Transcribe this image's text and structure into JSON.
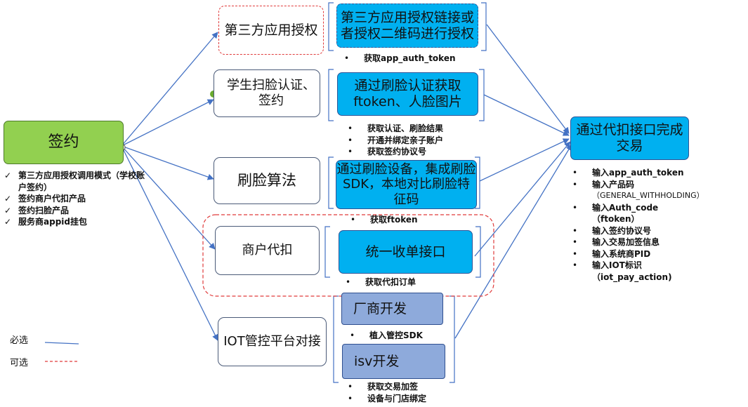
{
  "root": {
    "label": "签约",
    "notes": [
      "第三方应用授权调用模式（学校账户签约）",
      "签约商户代扣产品",
      "签约扫脸产品",
      "服务商appid挂包"
    ]
  },
  "steps": [
    {
      "label": "第三方应用授权",
      "detail": "第三方应用授权链接或者授权二维码进行授权",
      "notes": [
        "获取app_auth_token"
      ]
    },
    {
      "label": "学生扫脸认证、签约",
      "detail": "通过刷脸认证获取ftoken、人脸图片",
      "notes": [
        "获取认证、刷脸结果",
        "开通并绑定亲子账户",
        "获取签约协议号"
      ]
    },
    {
      "label": "刷脸算法",
      "detail": "通过刷脸设备，集成刷脸SDK，本地对比刷脸特征码",
      "notes": [
        "获取ftoken"
      ]
    },
    {
      "label": "商户代扣",
      "detail": "统一收单接口",
      "notes": [
        "获取代扣订单"
      ]
    },
    {
      "label": "IOT管控平台对接",
      "sub": [
        {
          "label": "厂商开发",
          "notes": [
            "植入管控SDK"
          ]
        },
        {
          "label": "isv开发",
          "notes": [
            "获取交易加签",
            "设备与门店绑定"
          ]
        }
      ]
    }
  ],
  "target": {
    "label": "通过代扣接口完成交易",
    "notes": [
      "输入app_auth_token",
      "输入产品码",
      "（GENERAL_WITHHOLDING）",
      "输入Auth_code",
      "（ftoken）",
      "输入签约协议号",
      "输入交易加签信息",
      "输入系统商PID",
      "输入IOT标识",
      "（iot_pay_action)"
    ]
  },
  "legend": [
    {
      "label": "必选",
      "style": "solid",
      "color": "#4472c4"
    },
    {
      "label": "可选",
      "style": "dashed",
      "color": "#e03b3b"
    }
  ],
  "colors": {
    "root": "#92d050",
    "detail": "#00b0f0",
    "iot_sub": "#8eaadb",
    "line": "#4472c4",
    "optional": "#e03b3b"
  }
}
